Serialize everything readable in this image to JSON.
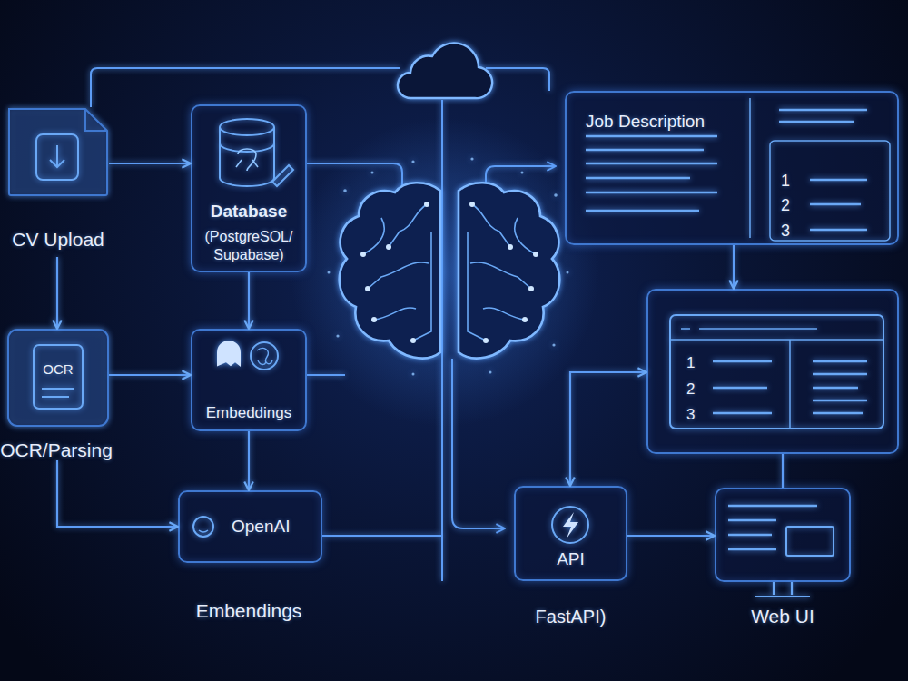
{
  "diagram": {
    "nodes": [
      {
        "text": [
          "CV Upload"
        ]
      },
      {
        "text": [
          "Database",
          "(PostgreSOL/ Supabase)"
        ]
      },
      {
        "text": [
          "Job Description",
          "1",
          "2",
          "3"
        ]
      },
      {
        "text": [
          "OCR",
          "OCR/Parsing"
        ]
      },
      {
        "text": [
          "Embeddings"
        ]
      },
      {
        "text": [
          "1",
          "2",
          "3"
        ]
      },
      {
        "text": [
          "OpenAI",
          "Embendings"
        ]
      },
      {
        "text": [
          "API",
          "FastAPI)"
        ]
      },
      {
        "text": [
          "Web UI"
        ]
      }
    ],
    "edges": [
      {
        "from": 0,
        "to": 1,
        "arrow": "to"
      },
      {
        "from": 0,
        "to": 3,
        "arrow": "to"
      },
      {
        "from": 1,
        "to": 4,
        "arrow": "to"
      },
      {
        "from": 3,
        "to": 4,
        "arrow": "to"
      },
      {
        "from": 4,
        "to": 6,
        "arrow": "to"
      },
      {
        "from": 3,
        "to": 6,
        "arrow": "to"
      },
      {
        "from": 2,
        "to": 5,
        "arrow": "to"
      },
      {
        "from": 7,
        "to": 5,
        "arrow": "both"
      },
      {
        "from": 7,
        "to": 8,
        "arrow": "to"
      },
      {
        "from": 5,
        "to": 8,
        "arrow": "none"
      }
    ]
  }
}
